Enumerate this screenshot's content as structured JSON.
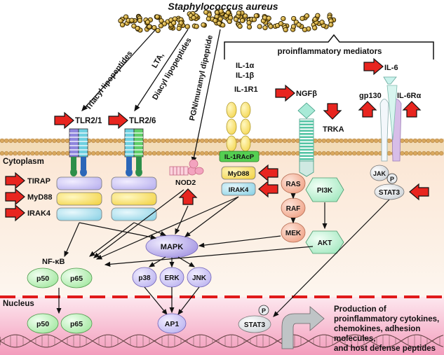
{
  "title": "Staphylococcus aureus",
  "ligands": {
    "triacyl": "Triacyl lipopeptides",
    "lta": "LTA,",
    "diacyl": "Diacyl lipopeptides",
    "pgn": "PGN/muramyl dipeptide",
    "proinflammatory": "proinflammatory mediators",
    "il1a": "IL-1α",
    "il1b": "IL-1β",
    "il1r1": "IL-1R1",
    "ngf": "NGFβ",
    "trka": "TRKA",
    "il6": "IL-6",
    "gp130": "gp130",
    "il6ra": "IL-6Rα"
  },
  "receptors": {
    "tlr21": "TLR2/1",
    "tlr26": "TLR2/6",
    "nod2": "NOD2",
    "il1racp": "IL-1RAcP",
    "myd88_il": "MyD88",
    "irak4_il": "IRAK4"
  },
  "regions": {
    "cytoplasm": "Cytoplasm",
    "nucleus": "Nucleus"
  },
  "adaptors": {
    "tirap": "TIRAP",
    "myd88": "MyD88",
    "irak4": "IRAK4"
  },
  "kinases": {
    "ras": "RAS",
    "raf": "RAF",
    "mek": "MEK",
    "pi3k": "PI3K",
    "akt": "AKT",
    "jak": "JAK",
    "p_jak": "P",
    "stat3": "STAT3",
    "mapk": "MAPK",
    "p38": "p38",
    "erk": "ERK",
    "jnk": "JNK",
    "nfkb": "NF-κB",
    "p50": "p50",
    "p65": "p65"
  },
  "nucleus_items": {
    "p50": "p50",
    "p65": "p65",
    "ap1": "AP1",
    "stat3": "STAT3",
    "p": "P"
  },
  "output": {
    "line1": "Production of",
    "line2": "proinflammatory cytokines,",
    "line3": "chemokines, adhesion",
    "line4": "molecules,",
    "line5": "and host defense peptides"
  },
  "colors": {
    "up_arrow": "#e8251f",
    "membrane": "#e7c89a",
    "cytoplasm_bg": "#fbeee0",
    "nucleus_bg": "#f7c3d5",
    "bacteria": "#b8860b",
    "mapk": "#b7a6e8",
    "ras_pathway": "#f2a58a",
    "pi3k_pathway": "#b7f0cd",
    "il1racp": "#5cd35a",
    "myd88": "#ffd54a",
    "irak4": "#a9e0ec"
  }
}
